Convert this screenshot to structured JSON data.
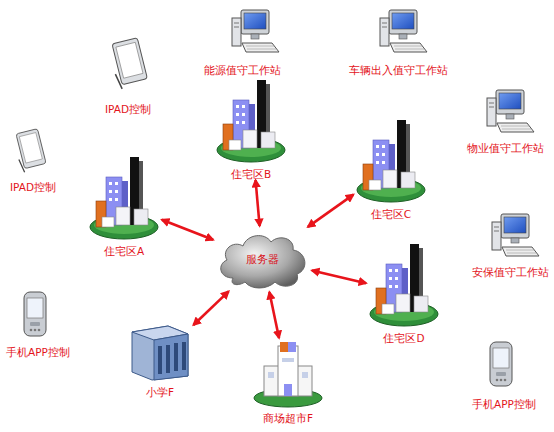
{
  "diagram": {
    "nodes": [
      {
        "text": [
          "住宅区B"
        ]
      },
      {
        "text": [
          "住宅区A"
        ]
      },
      {
        "text": [
          "住宅区C"
        ]
      },
      {
        "text": [
          "服务器"
        ]
      },
      {
        "text": [
          "住宅区D"
        ]
      },
      {
        "text": [
          "小学F"
        ]
      },
      {
        "text": [
          "商场超市F"
        ]
      }
    ],
    "edges": [
      {
        "from": 3,
        "to": 0,
        "arrow": "both"
      },
      {
        "from": 3,
        "to": 1,
        "arrow": "both"
      },
      {
        "from": 3,
        "to": 2,
        "arrow": "both"
      },
      {
        "from": 3,
        "to": 4,
        "arrow": "both"
      },
      {
        "from": 3,
        "to": 5,
        "arrow": "both"
      },
      {
        "from": 3,
        "to": 6,
        "arrow": "both"
      }
    ],
    "labels": [
      "能源值守工作站",
      "车辆出入值守工作站",
      "IPAD控制",
      "物业值守工作站",
      "IPAD控制",
      "安保值守工作站",
      "手机APP控制",
      "手机APP控制"
    ]
  }
}
